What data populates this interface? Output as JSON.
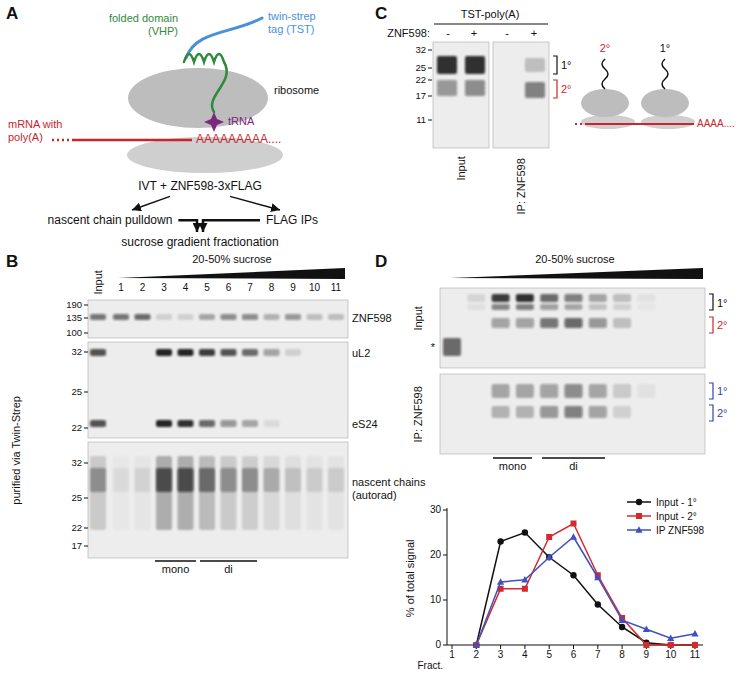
{
  "diagram": {
    "nodes": [
      {
        "text": [
          "IVT + ZNF598-3xFLAG"
        ]
      },
      {
        "text": [
          "nascent chain pulldown"
        ]
      },
      {
        "text": [
          "FLAG IPs"
        ]
      },
      {
        "text": [
          "sucrose gradient fractionation"
        ]
      }
    ],
    "edges": [
      {
        "from": 0,
        "to": 1,
        "arrow": "to"
      },
      {
        "from": 0,
        "to": 2,
        "arrow": "to"
      },
      {
        "from": 1,
        "to": 3,
        "arrow": "to"
      },
      {
        "from": 2,
        "to": 3,
        "arrow": "to"
      }
    ],
    "labels": [
      "A",
      "folded domain (VHP)",
      "twin-strep tag (TST)",
      "ribosome",
      "tRNA",
      "mRNA with poly(A)",
      "AAAAAAAAA....",
      "B",
      "Input",
      "20-50% sucrose",
      "1",
      "2",
      "3",
      "4",
      "5",
      "6",
      "7",
      "8",
      "9",
      "10",
      "11",
      "190",
      "135",
      "100",
      "32",
      "25",
      "22",
      "32",
      "25",
      "22",
      "17",
      "ZNF598",
      "uL2",
      "eS24",
      "nascent chains (autorad)",
      "purified via Twin-Strep",
      "mono",
      "di",
      "C",
      "TST-poly(A)",
      "ZNF598:",
      "-",
      "+",
      "-",
      "+",
      "32",
      "25",
      "22",
      "17",
      "11",
      "1°",
      "2°",
      "Input",
      "IP: ZNF598",
      "2°",
      "1°",
      "AAAA....",
      "D",
      "20-50% sucrose",
      "Input",
      "*",
      "1°",
      "2°",
      "IP: ZNF598",
      "1°",
      "2°",
      "mono",
      "di",
      "0",
      "10",
      "20",
      "30",
      "% of total signal",
      "1",
      "2",
      "3",
      "4",
      "5",
      "6",
      "7",
      "8",
      "9",
      "10",
      "11",
      "Fract."
    ],
    "legend": [
      {
        "text": "Input - 1°"
      },
      {
        "text": "Input - 2°"
      },
      {
        "text": "IP ZNF598"
      }
    ]
  }
}
